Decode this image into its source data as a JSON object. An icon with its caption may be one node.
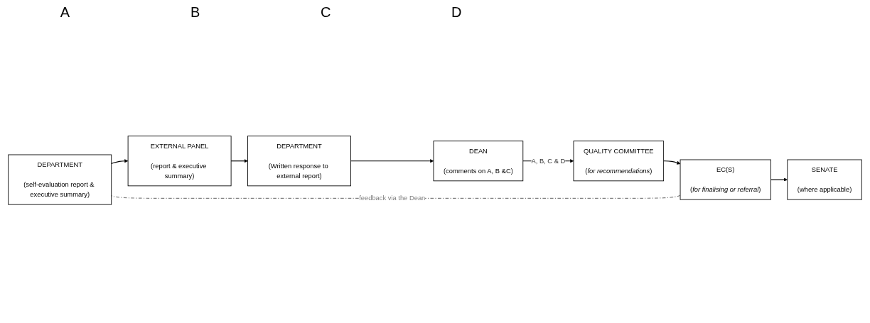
{
  "diagram": {
    "nodes": [
      {
        "text": [
          "DEPARTMENT",
          "(self-evaluation report & executive summary)"
        ]
      },
      {
        "text": [
          "EXTERNAL PANEL",
          "(report & executive summary)"
        ]
      },
      {
        "text": [
          "DEPARTMENT",
          "(Written response to external report)"
        ]
      },
      {
        "text": [
          "DEAN",
          "(comments on A, B &C)"
        ]
      },
      {
        "text": [
          "SENATE",
          "(where applicable)"
        ]
      },
      {
        "text": [
          "EC(S)",
          "(*for finalising or referral*)"
        ]
      },
      {
        "text": [
          "QUALITY COMMITTEE",
          "(*for recommendations*)"
        ]
      }
    ],
    "edges": [
      {
        "from": 0,
        "to": 1,
        "arrow": "to"
      },
      {
        "from": 1,
        "to": 2,
        "arrow": "to"
      },
      {
        "from": 2,
        "to": 3,
        "arrow": "to"
      },
      {
        "from": 3,
        "to": 6,
        "arrow": "to",
        "label": "A, B, C & D"
      },
      {
        "from": 6,
        "to": 5,
        "arrow": "to"
      },
      {
        "from": 5,
        "to": 4,
        "arrow": "to"
      },
      {
        "from": 5,
        "to": 0,
        "arrow": "none",
        "label": "feedback via the Dean",
        "style": "dashed",
        "color": "#808080"
      }
    ],
    "labels": [
      "A",
      "B",
      "C",
      "D"
    ]
  }
}
